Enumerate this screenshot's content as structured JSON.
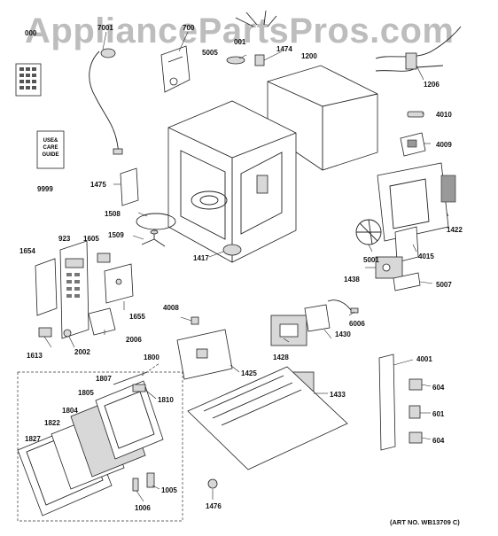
{
  "watermark": "AppliancePartsPros.com",
  "art_number": "(ART NO. WB13709 C)",
  "guide_text": [
    "USE&",
    "CARE",
    "GUIDE"
  ],
  "labels": {
    "l000": "000",
    "l7001": "7001",
    "l700": "700",
    "l5005": "5005",
    "l001": "001",
    "l1474": "1474",
    "l1200": "1200",
    "l1206": "1206",
    "l4010": "4010",
    "l4009": "4009",
    "l9999": "9999",
    "l1475": "1475",
    "l1508": "1508",
    "l1509": "1509",
    "l923": "923",
    "l1605": "1605",
    "l1654": "1654",
    "l1417": "1417",
    "l1422": "1422",
    "l5001": "5001",
    "l4015": "4015",
    "l1438": "1438",
    "l5007": "5007",
    "l1655": "1655",
    "l4008": "4008",
    "l6006": "6006",
    "l2006": "2006",
    "l1613": "1613",
    "l2002": "2002",
    "l1428": "1428",
    "l1430": "1430",
    "l1425": "1425",
    "l1800": "1800",
    "l4001": "4001",
    "l1807": "1807",
    "l1805": "1805",
    "l1810": "1810",
    "l1433": "1433",
    "l604a": "604",
    "l1804": "1804",
    "l1822": "1822",
    "l1827": "1827",
    "l601": "601",
    "l604b": "604",
    "l1005": "1005",
    "l1006": "1006",
    "l1476": "1476"
  }
}
